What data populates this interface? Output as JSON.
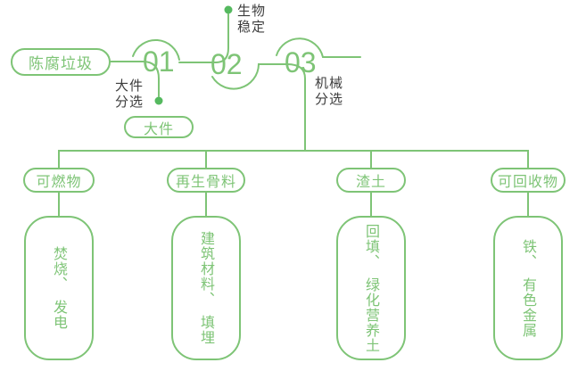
{
  "palette": {
    "line_green": "#7ec476",
    "dot_green": "#55b95f",
    "text_dark": "#3d3d3d",
    "background": "#ffffff"
  },
  "flow": {
    "source_label": "陈腐垃圾",
    "steps": [
      {
        "num": "01",
        "label": "大件\n分选"
      },
      {
        "num": "02",
        "label": "生物\n稳定"
      },
      {
        "num": "03",
        "label": "机械\n分选"
      }
    ],
    "bulky_label": "大件"
  },
  "outputs": [
    {
      "category": "可燃物",
      "disposal": "焚烧、　发电"
    },
    {
      "category": "再生骨料",
      "disposal": "建筑材料、　填埋"
    },
    {
      "category": "渣土",
      "disposal": "回填、　绿化营养土"
    },
    {
      "category": "可回收物",
      "disposal": "铁、　有色金属"
    }
  ]
}
